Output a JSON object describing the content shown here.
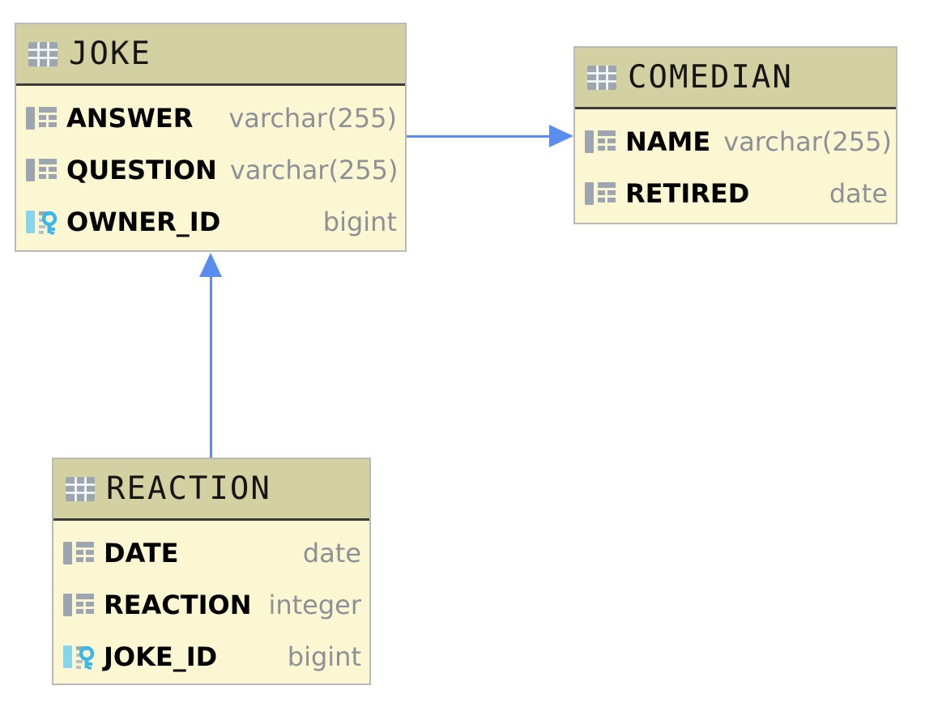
{
  "diagram": {
    "kind": "entity-relationship-diagram",
    "colors": {
      "header_bg": "#d3d0a2",
      "body_bg": "#fbf7d2",
      "border": "#b9b9b7",
      "divider": "#3b3b3b",
      "title_text": "#151515",
      "column_text": "#000000",
      "type_text": "#8c9097",
      "icon_gray": "#9ca6b0",
      "icon_gray_light": "#b9bfc6",
      "fk_bar": "#85d6ec",
      "key_cyan": "#3bb7e8",
      "arrow": "#5b8df0",
      "canvas_bg": "#ffffff"
    },
    "icons": {
      "table": "table-grid-icon",
      "column": "column-icon",
      "foreign_key": "column-key-icon"
    },
    "tables": [
      {
        "name": "JOKE",
        "columns": [
          {
            "name": "ANSWER",
            "type": "varchar(255)",
            "foreign_key": false
          },
          {
            "name": "QUESTION",
            "type": "varchar(255)",
            "foreign_key": false
          },
          {
            "name": "OWNER_ID",
            "type": "bigint",
            "foreign_key": true
          }
        ]
      },
      {
        "name": "COMEDIAN",
        "columns": [
          {
            "name": "NAME",
            "type": "varchar(255)",
            "foreign_key": false
          },
          {
            "name": "RETIRED",
            "type": "date",
            "foreign_key": false
          }
        ]
      },
      {
        "name": "REACTION",
        "columns": [
          {
            "name": "DATE",
            "type": "date",
            "foreign_key": false
          },
          {
            "name": "REACTION",
            "type": "integer",
            "foreign_key": false
          },
          {
            "name": "JOKE_ID",
            "type": "bigint",
            "foreign_key": true
          }
        ]
      }
    ],
    "relations": [
      {
        "from_table": "JOKE",
        "from_column": "OWNER_ID",
        "to_table": "COMEDIAN",
        "direction": "right"
      },
      {
        "from_table": "REACTION",
        "from_column": "JOKE_ID",
        "to_table": "JOKE",
        "direction": "up"
      }
    ]
  }
}
